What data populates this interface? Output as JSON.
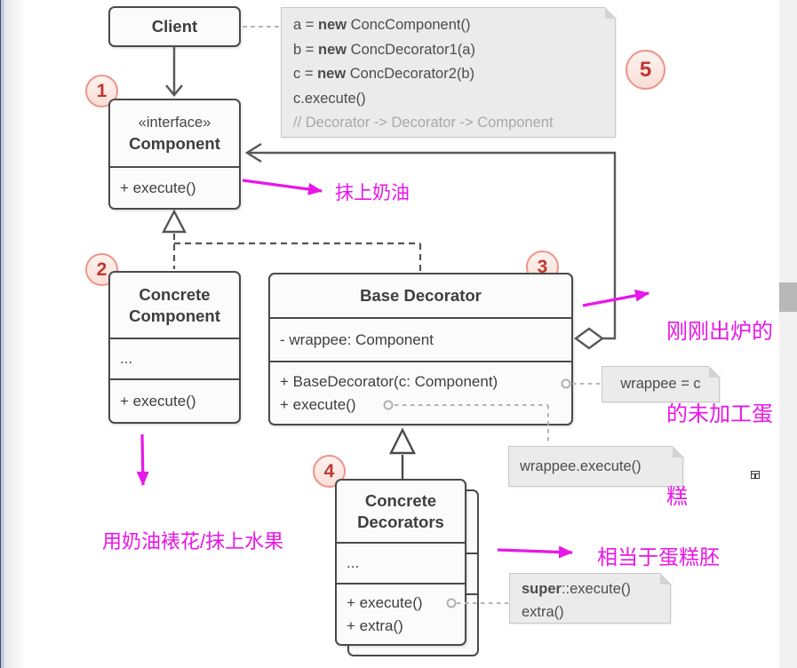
{
  "client": {
    "title": "Client"
  },
  "component": {
    "stereotype": "«interface»",
    "name": "Component",
    "method": "+ execute()"
  },
  "concrete_component": {
    "name1": "Concrete",
    "name2": "Component",
    "dots": "...",
    "method": "+ execute()"
  },
  "base_decorator": {
    "name": "Base Decorator",
    "attr": "- wrappee: Component",
    "method1": "+ BaseDecorator(c: Component)",
    "method2": "+ execute()"
  },
  "concrete_decorators": {
    "name1": "Concrete",
    "name2": "Decorators",
    "dots": "...",
    "method1": "+ execute()",
    "method2": "+ extra()"
  },
  "code_note": {
    "line1": {
      "pre": "a = ",
      "kw": "new",
      "post": " ConcComponent()"
    },
    "line2": {
      "pre": "b = ",
      "kw": "new",
      "post": " ConcDecorator1(a)"
    },
    "line3": {
      "pre": "c = ",
      "kw": "new",
      "post": " ConcDecorator2(b)"
    },
    "line4": "c.execute()",
    "comment": "// Decorator -> Decorator -> Component"
  },
  "side_notes": {
    "wrappee_assign": "wrappee = c",
    "wrappee_execute": "wrappee.execute()",
    "super_kw": "super",
    "super_post": "::execute()",
    "super_line2": "extra()"
  },
  "badges": {
    "n1": "1",
    "n2": "2",
    "n3": "3",
    "n4": "4",
    "n5": "5"
  },
  "annotations": {
    "cream": "抹上奶油",
    "raw_cake_l1": "刚刚出炉的",
    "raw_cake_l2": "的未加工蛋",
    "raw_cake_l3": "糕",
    "pipe_fruit": "用奶油裱花/抹上水果",
    "cake_base": "相当于蛋糕胚"
  },
  "colors": {
    "magenta": "#e816e8",
    "badge_red": "#bf3732",
    "box_border": "#4a4a4a",
    "note_bg": "#ebebeb",
    "scroll_thumb": "#b8b8b8"
  }
}
